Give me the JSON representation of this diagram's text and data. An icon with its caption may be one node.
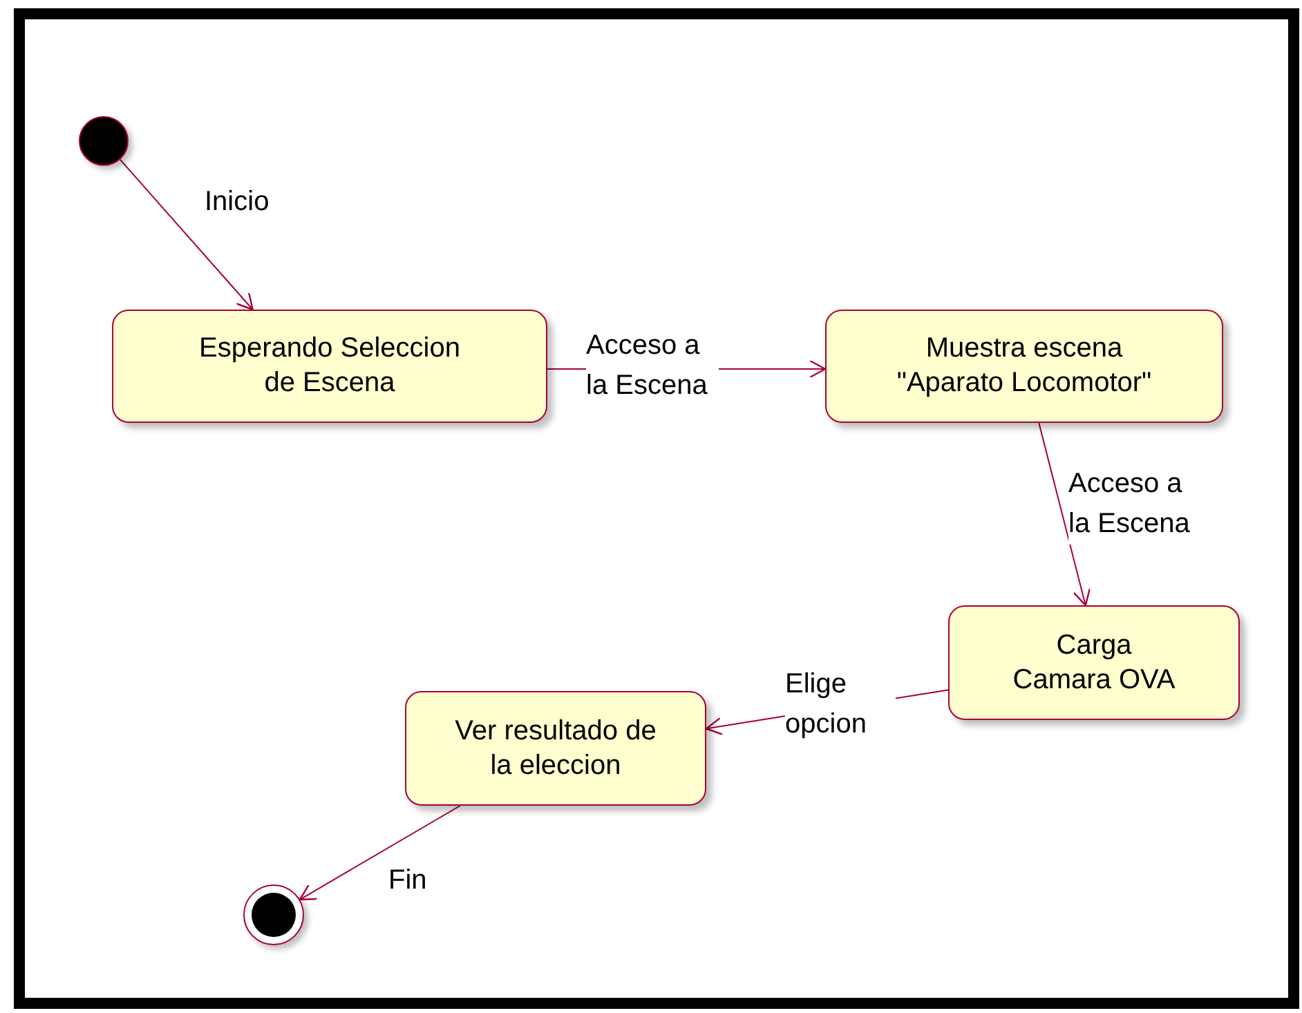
{
  "diagram": {
    "nodes": [
      {
        "text": [],
        "shape": "circle"
      },
      {
        "text": [
          "Esperando Seleccion de Escena"
        ]
      },
      {
        "text": [
          "Muestra escena \"Aparato Locomotor\""
        ]
      },
      {
        "text": [
          "Carga Camara OVA"
        ]
      },
      {
        "text": [
          "Ver resultado de la eleccion"
        ]
      },
      {
        "text": [],
        "shape": "circle"
      }
    ],
    "edges": [
      {
        "from": 0,
        "to": 1,
        "arrow": "to",
        "label": "Inicio"
      },
      {
        "from": 1,
        "to": 2,
        "arrow": "to",
        "label": "Acceso a la Escena"
      },
      {
        "from": 2,
        "to": 3,
        "arrow": "to",
        "label": "Acceso a la Escena"
      },
      {
        "from": 3,
        "to": 4,
        "arrow": "to",
        "label": "Elige opcion"
      },
      {
        "from": 4,
        "to": 5,
        "arrow": "to",
        "label": "Fin"
      }
    ]
  }
}
